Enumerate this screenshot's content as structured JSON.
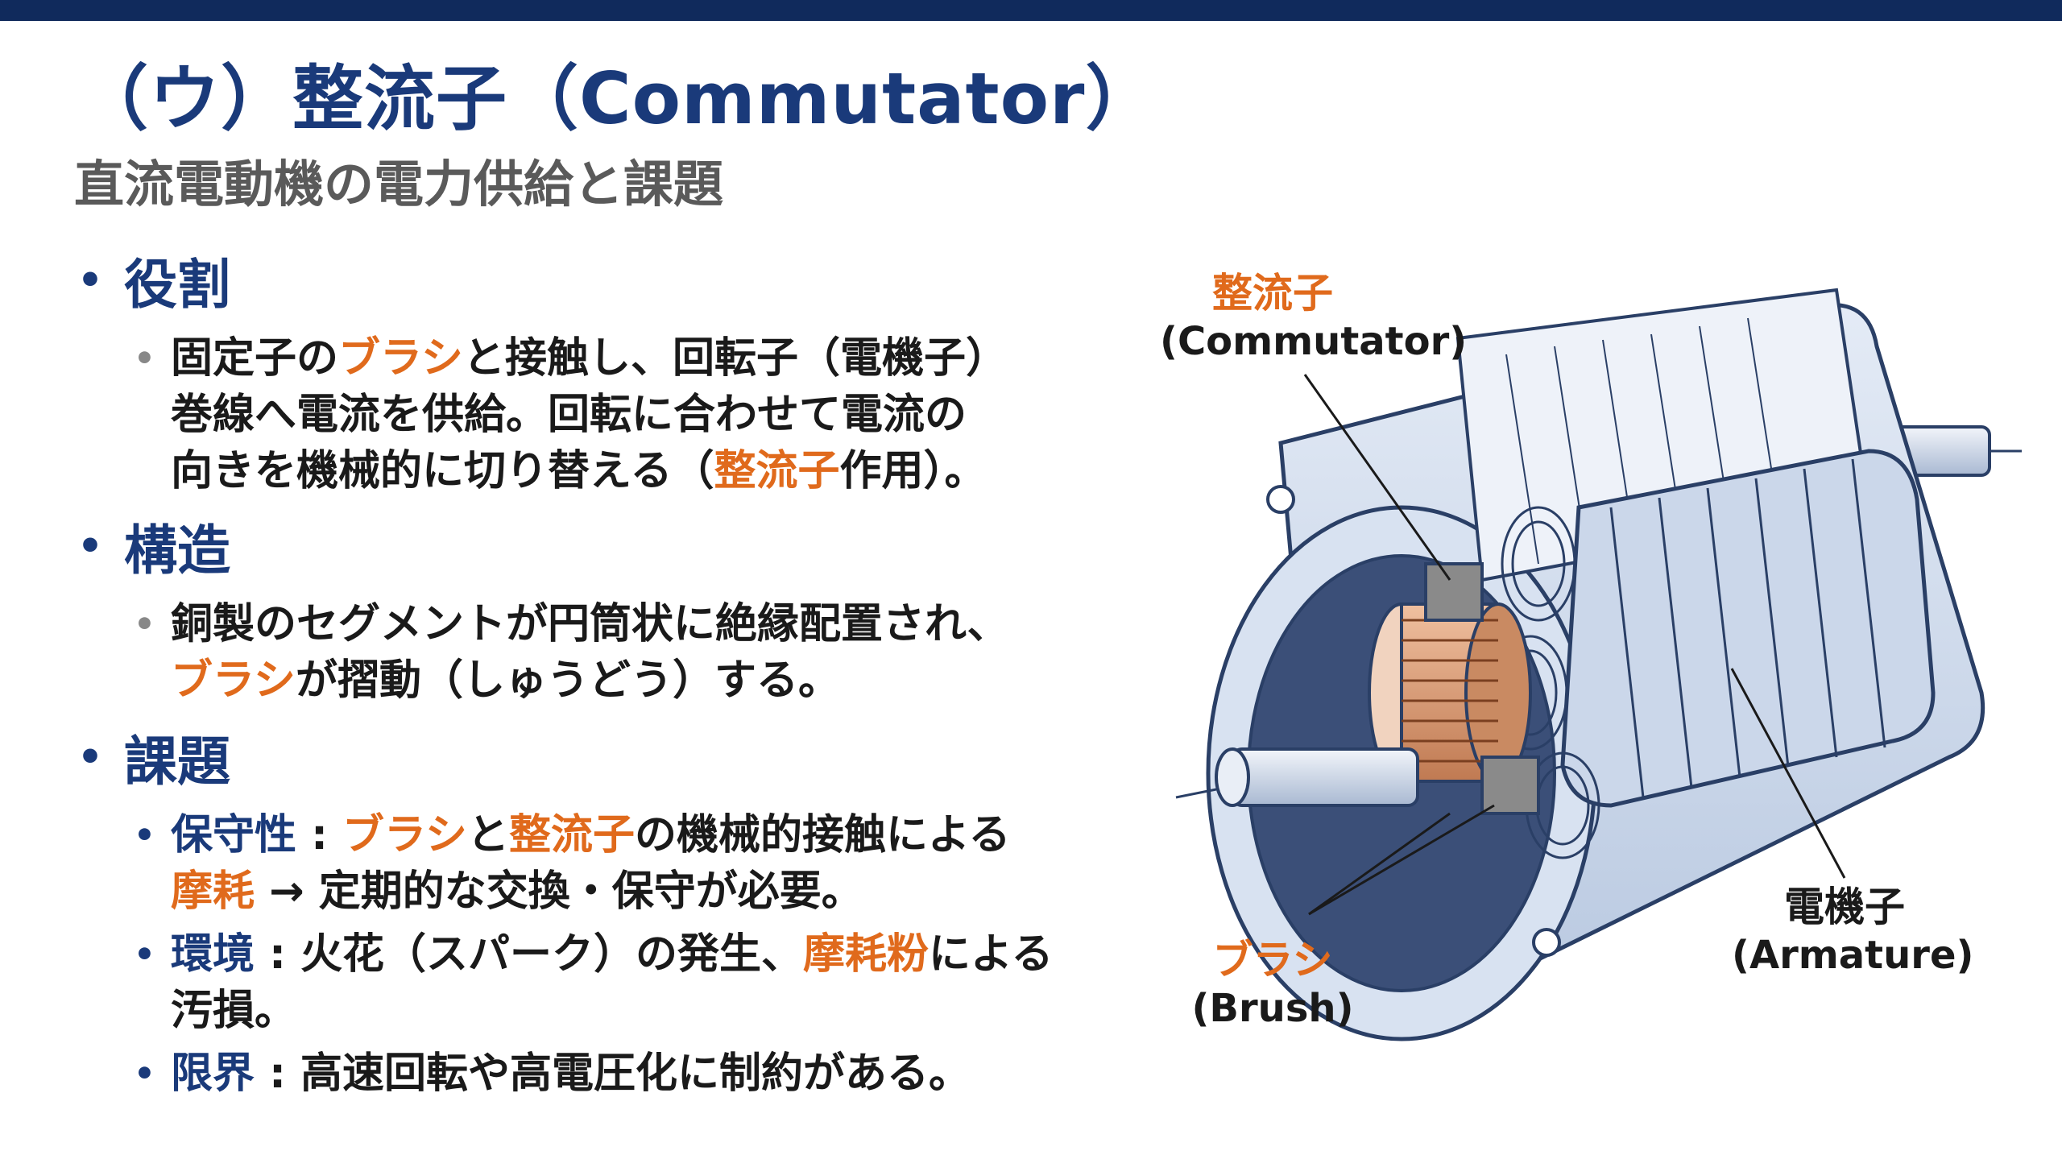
{
  "slide": {
    "title": "（ウ）整流子（Commutator）",
    "subtitle": "直流電動機の電力供給と課題"
  },
  "sections": [
    {
      "heading": "役割",
      "items": [
        {
          "lines": [
            [
              {
                "t": "固定子の"
              },
              {
                "t": "ブラシ",
                "c": "accent"
              },
              {
                "t": "と接触し、回転子（電機子）"
              }
            ],
            [
              {
                "t": "巻線へ電流を供給。回転に合わせて電流の"
              }
            ],
            [
              {
                "t": "向きを機械的に切り替える（"
              },
              {
                "t": "整流子",
                "c": "accent"
              },
              {
                "t": "作用）。"
              }
            ]
          ]
        }
      ]
    },
    {
      "heading": "構造",
      "items": [
        {
          "lines": [
            [
              {
                "t": "銅製のセグメントが円筒状に絶縁配置され、"
              }
            ],
            [
              {
                "t": "ブラシ",
                "c": "accent"
              },
              {
                "t": "が摺動（しゅうどう）する。"
              }
            ]
          ]
        }
      ]
    },
    {
      "heading": "課題",
      "items": [
        {
          "lines": [
            [
              {
                "t": "保守性",
                "c": "navy"
              },
              {
                "t": " : "
              },
              {
                "t": "ブラシ",
                "c": "accent"
              },
              {
                "t": "と"
              },
              {
                "t": "整流子",
                "c": "accent"
              },
              {
                "t": "の機械的接触による"
              }
            ],
            [
              {
                "t": "摩耗",
                "c": "accent"
              },
              {
                "t": " → 定期的な交換・保守が必要。"
              }
            ]
          ]
        },
        {
          "lines": [
            [
              {
                "t": "環境",
                "c": "navy"
              },
              {
                "t": " : 火花（スパーク）の発生、"
              },
              {
                "t": "摩耗粉",
                "c": "accent"
              },
              {
                "t": "による"
              }
            ],
            [
              {
                "t": "汚損。"
              }
            ]
          ]
        },
        {
          "lines": [
            [
              {
                "t": "限界",
                "c": "navy"
              },
              {
                "t": " : 高速回転や高電圧化に制約がある。"
              }
            ]
          ]
        }
      ]
    }
  ],
  "illustration": {
    "commutator_label_jp": "整流子",
    "commutator_label_en": "(Commutator)",
    "brush_label_jp": "ブラシ",
    "brush_label_en": "(Brush)",
    "armature_label_jp": "電機子",
    "armature_label_en": "(Armature)"
  },
  "colors": {
    "navy": "#1a3a7a",
    "accent": "#e06a1c",
    "topbar": "#102a5c",
    "copper": "#d4906a",
    "steel": "#c9d6ea"
  }
}
